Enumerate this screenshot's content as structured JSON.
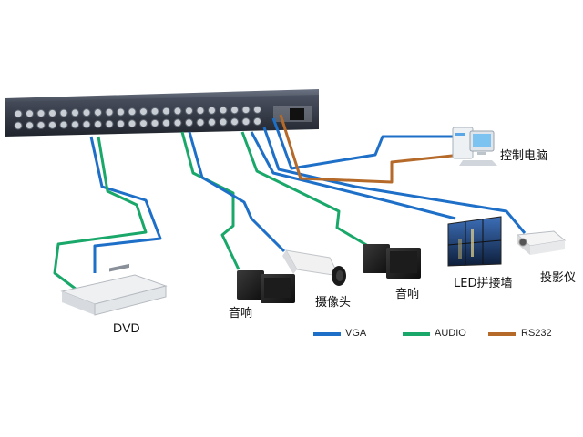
{
  "devices": {
    "computer": "控制电脑",
    "projector": "投影仪",
    "led_wall": "LED拼接墙",
    "speaker_right": "音响",
    "camera": "摄像头",
    "speaker_left": "音响",
    "dvd": "DVD"
  },
  "legend": [
    {
      "label": "VGA",
      "color": "#1e6fc8"
    },
    {
      "label": "AUDIO",
      "color": "#1aa86a"
    },
    {
      "label": "RS232",
      "color": "#b56a2a"
    }
  ],
  "colors": {
    "vga": "#1e6fc8",
    "audio": "#1aa86a",
    "rs232": "#b56a2a",
    "chassis": "#3a4150"
  }
}
